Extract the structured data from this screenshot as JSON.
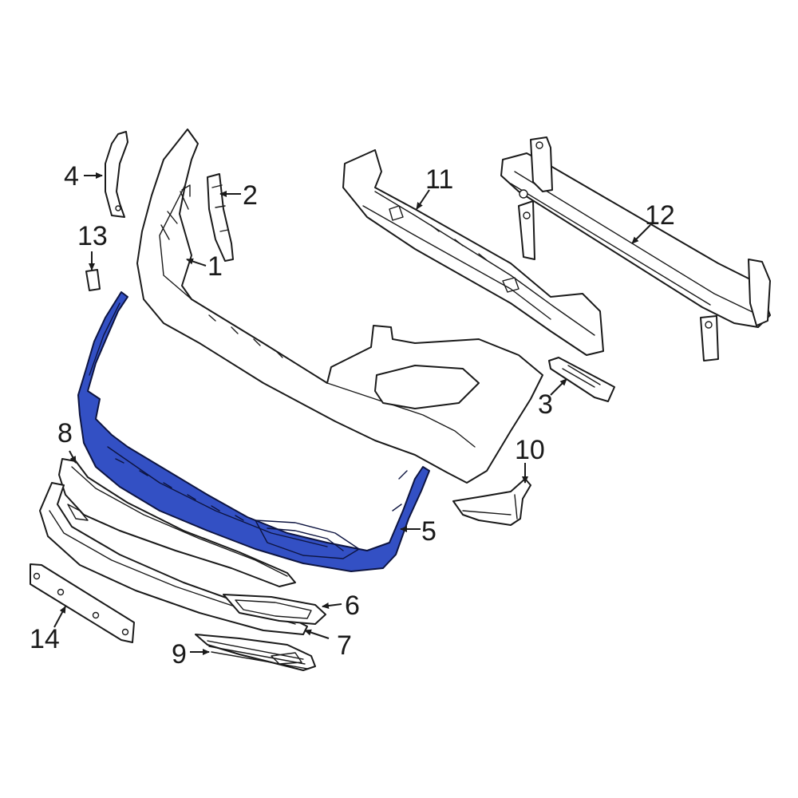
{
  "highlight_color": "#3350c4",
  "callouts": {
    "c1": "1",
    "c2": "2",
    "c3": "3",
    "c4": "4",
    "c5": "5",
    "c6": "6",
    "c7": "7",
    "c8": "8",
    "c9": "9",
    "c10": "10",
    "c11": "11",
    "c12": "12",
    "c13": "13",
    "c14": "14"
  }
}
